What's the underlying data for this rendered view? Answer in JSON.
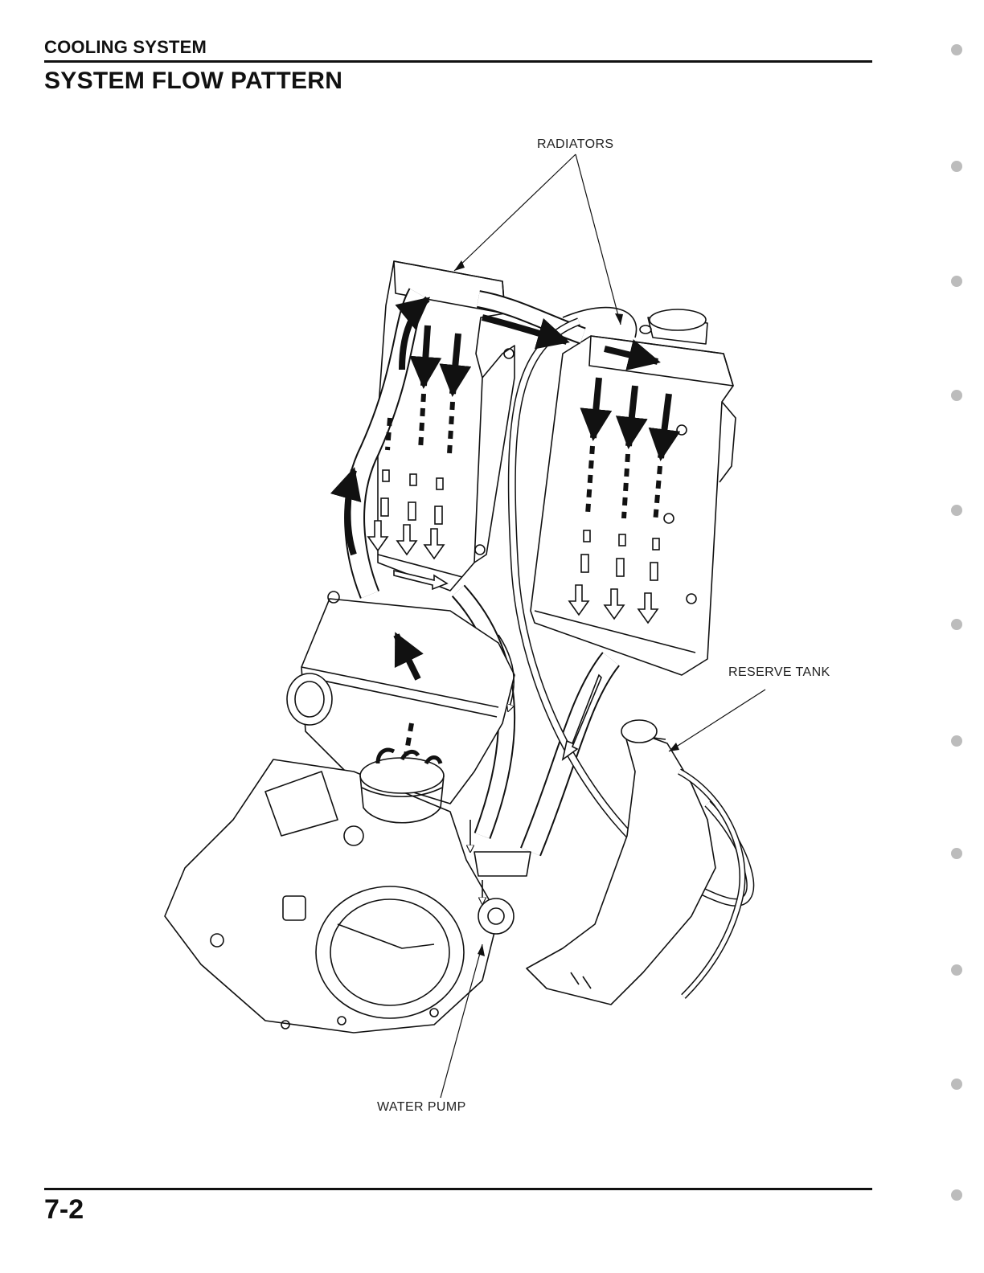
{
  "header": {
    "section": "COOLING SYSTEM",
    "title": "SYSTEM FLOW PATTERN"
  },
  "diagram": {
    "callouts": {
      "radiators": "RADIATORS",
      "reserve_tank": "RESERVE TANK",
      "water_pump": "WATER PUMP"
    },
    "colors": {
      "line": "#111111",
      "flow_arrow": "#111111"
    }
  },
  "footer": {
    "page_number": "7-2"
  }
}
